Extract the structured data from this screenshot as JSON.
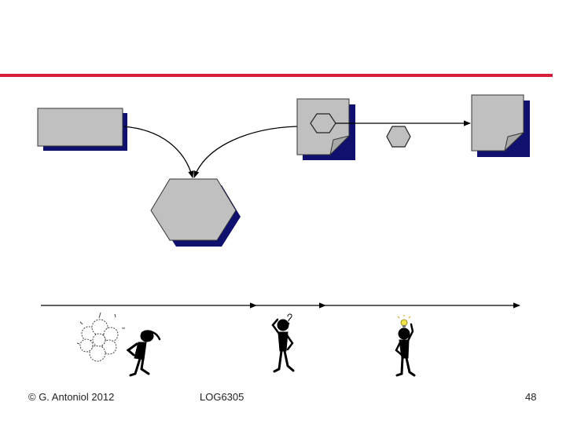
{
  "footer": {
    "copyright": "© G. Antoniol 2012",
    "course_code": "LOG6305",
    "page_number": "48"
  },
  "colors": {
    "header_rule": "#d6203a",
    "shape_fill": "#c0c0c0",
    "shape_shadow": "#10106e",
    "stroke": "#000000"
  },
  "icons": [
    "cloud-icon",
    "confused-person-icon",
    "thinking-person-icon",
    "idea-person-icon",
    "lightbulb-icon"
  ]
}
